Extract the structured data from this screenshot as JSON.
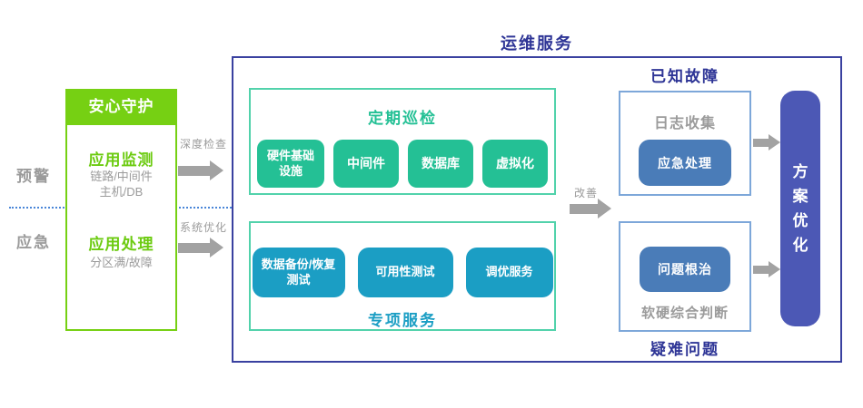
{
  "colors": {
    "bright_green": "#76d013",
    "emerald": "#24c095",
    "emerald_border": "#52d2ab",
    "teal": "#1b9ec4",
    "steel_blue": "#4a7cb8",
    "light_blue_border": "#7da7d9",
    "indigo": "#4c58b5",
    "dark_indigo": "#2e3596",
    "gray_text": "#9b9b9b",
    "arrow_gray": "#a2a2a2",
    "dotted_blue": "#4a86d8"
  },
  "left_labels": {
    "warning": "预警",
    "emergency": "应急"
  },
  "guard_panel": {
    "header": "安心守护",
    "monitor_title": "应用监测",
    "monitor_sub1": "链路/中间件",
    "monitor_sub2": "主机/DB",
    "handle_title": "应用处理",
    "handle_sub": "分区满/故障"
  },
  "flow_labels": {
    "deep_check": "深度检查",
    "system_optimize": "系统优化",
    "improve": "改善"
  },
  "main_box": {
    "title": "运维服务",
    "inspection": {
      "title": "定期巡检",
      "items": [
        "硬件基础设施",
        "中间件",
        "数据库",
        "虚拟化"
      ]
    },
    "special": {
      "title": "专项服务",
      "items": [
        "数据备份/恢复测试",
        "可用性测试",
        "调优服务"
      ]
    },
    "known_fault": {
      "title": "已知故障",
      "label": "日志收集",
      "button": "应急处理"
    },
    "hard_problem": {
      "title": "疑难问题",
      "button": "问题根治",
      "label": "软硬综合判断"
    },
    "solution": {
      "label": "方案优化"
    }
  }
}
